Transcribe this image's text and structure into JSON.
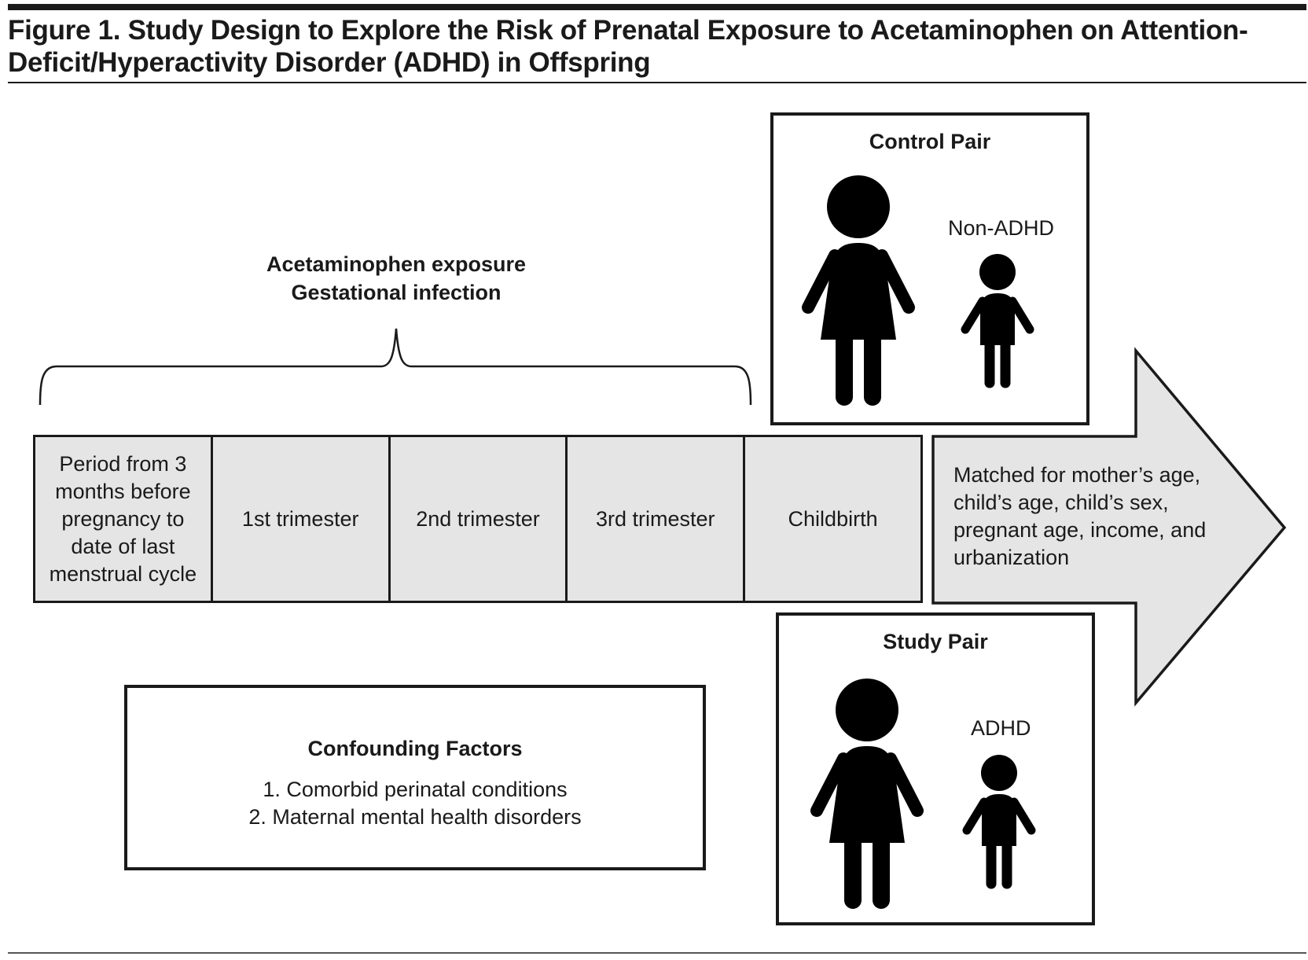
{
  "figure": {
    "title": "Figure 1. Study Design to Explore the Risk of Prenatal Exposure to Acetaminophen on Attention-Deficit/Hyperactivity Disorder (ADHD) in Offspring"
  },
  "exposure": {
    "line1": "Acetaminophen exposure",
    "line2": "Gestational infection"
  },
  "timeline": {
    "cells": [
      "Period from 3 months before pregnancy to date of last menstrual cycle",
      "1st trimester",
      "2nd trimester",
      "3rd trimester",
      "Childbirth"
    ]
  },
  "arrow": {
    "text": "Matched for mother’s age, child’s age, child’s sex, pregnant age, income, and urbanization"
  },
  "control_pair": {
    "title": "Control Pair",
    "child_label": "Non-ADHD"
  },
  "study_pair": {
    "title": "Study Pair",
    "child_label": "ADHD"
  },
  "confounding": {
    "title": "Confounding Factors",
    "items": [
      "1. Comorbid perinatal conditions",
      "2. Maternal mental health disorders"
    ]
  },
  "colors": {
    "fill": "#e5e5e5",
    "ink": "#1a1a1a"
  }
}
